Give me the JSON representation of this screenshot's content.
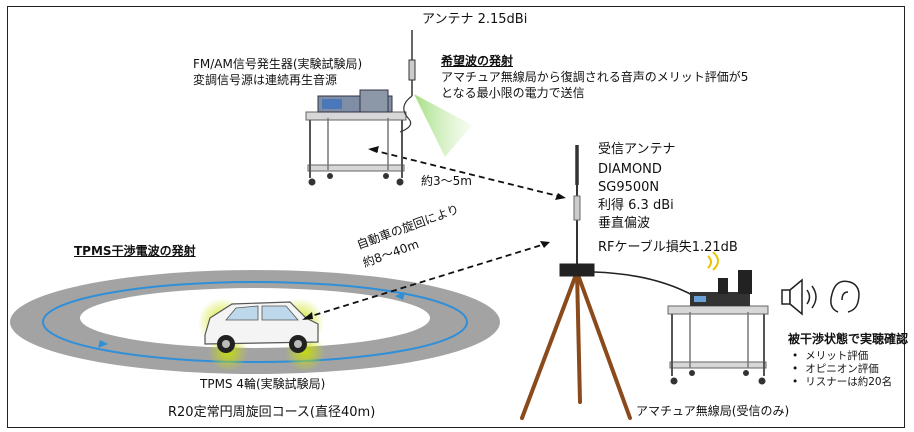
{
  "antenna_label": "アンテナ 2.15dBi",
  "generator": {
    "line1": "FM/AM信号発生器(実験試験局)",
    "line2": "変調信号源は連続再生音源"
  },
  "desired_wave": {
    "title": "希望波の発射",
    "line1": "アマチュア無線局から復調される音声のメリット評価が5",
    "line2": "となる最小限の電力で送信"
  },
  "distance_generator": "約3～5m",
  "rx_antenna": {
    "title": "受信アンテナ",
    "maker": "DIAMOND",
    "model": "SG9500N",
    "gain": "利得 6.3 dBi",
    "polarization": "垂直偏波"
  },
  "rf_cable_loss": "RFケーブル損失1.21dB",
  "tpms_heading": "TPMS干渉電波の発射",
  "car_distance": {
    "line1": "自動車の旋回により",
    "line2": "約8～40m"
  },
  "tpms_label": "TPMS 4輪(実験試験局)",
  "course_label": "R20定常円周旋回コース(直径40m)",
  "listening": {
    "title": "被干渉状態で実聴確認",
    "items": [
      "メリット評価",
      "オピニオン評価",
      "リスナーは約20名"
    ]
  },
  "amateur_station": "アマチュア無線局(受信のみ)",
  "colors": {
    "track": "#9a9a9a",
    "track_arrow": "#2f8fd9",
    "beam": "#b9e59a",
    "car_glow": "#c8e000",
    "tripod": "#8a4a1c"
  }
}
